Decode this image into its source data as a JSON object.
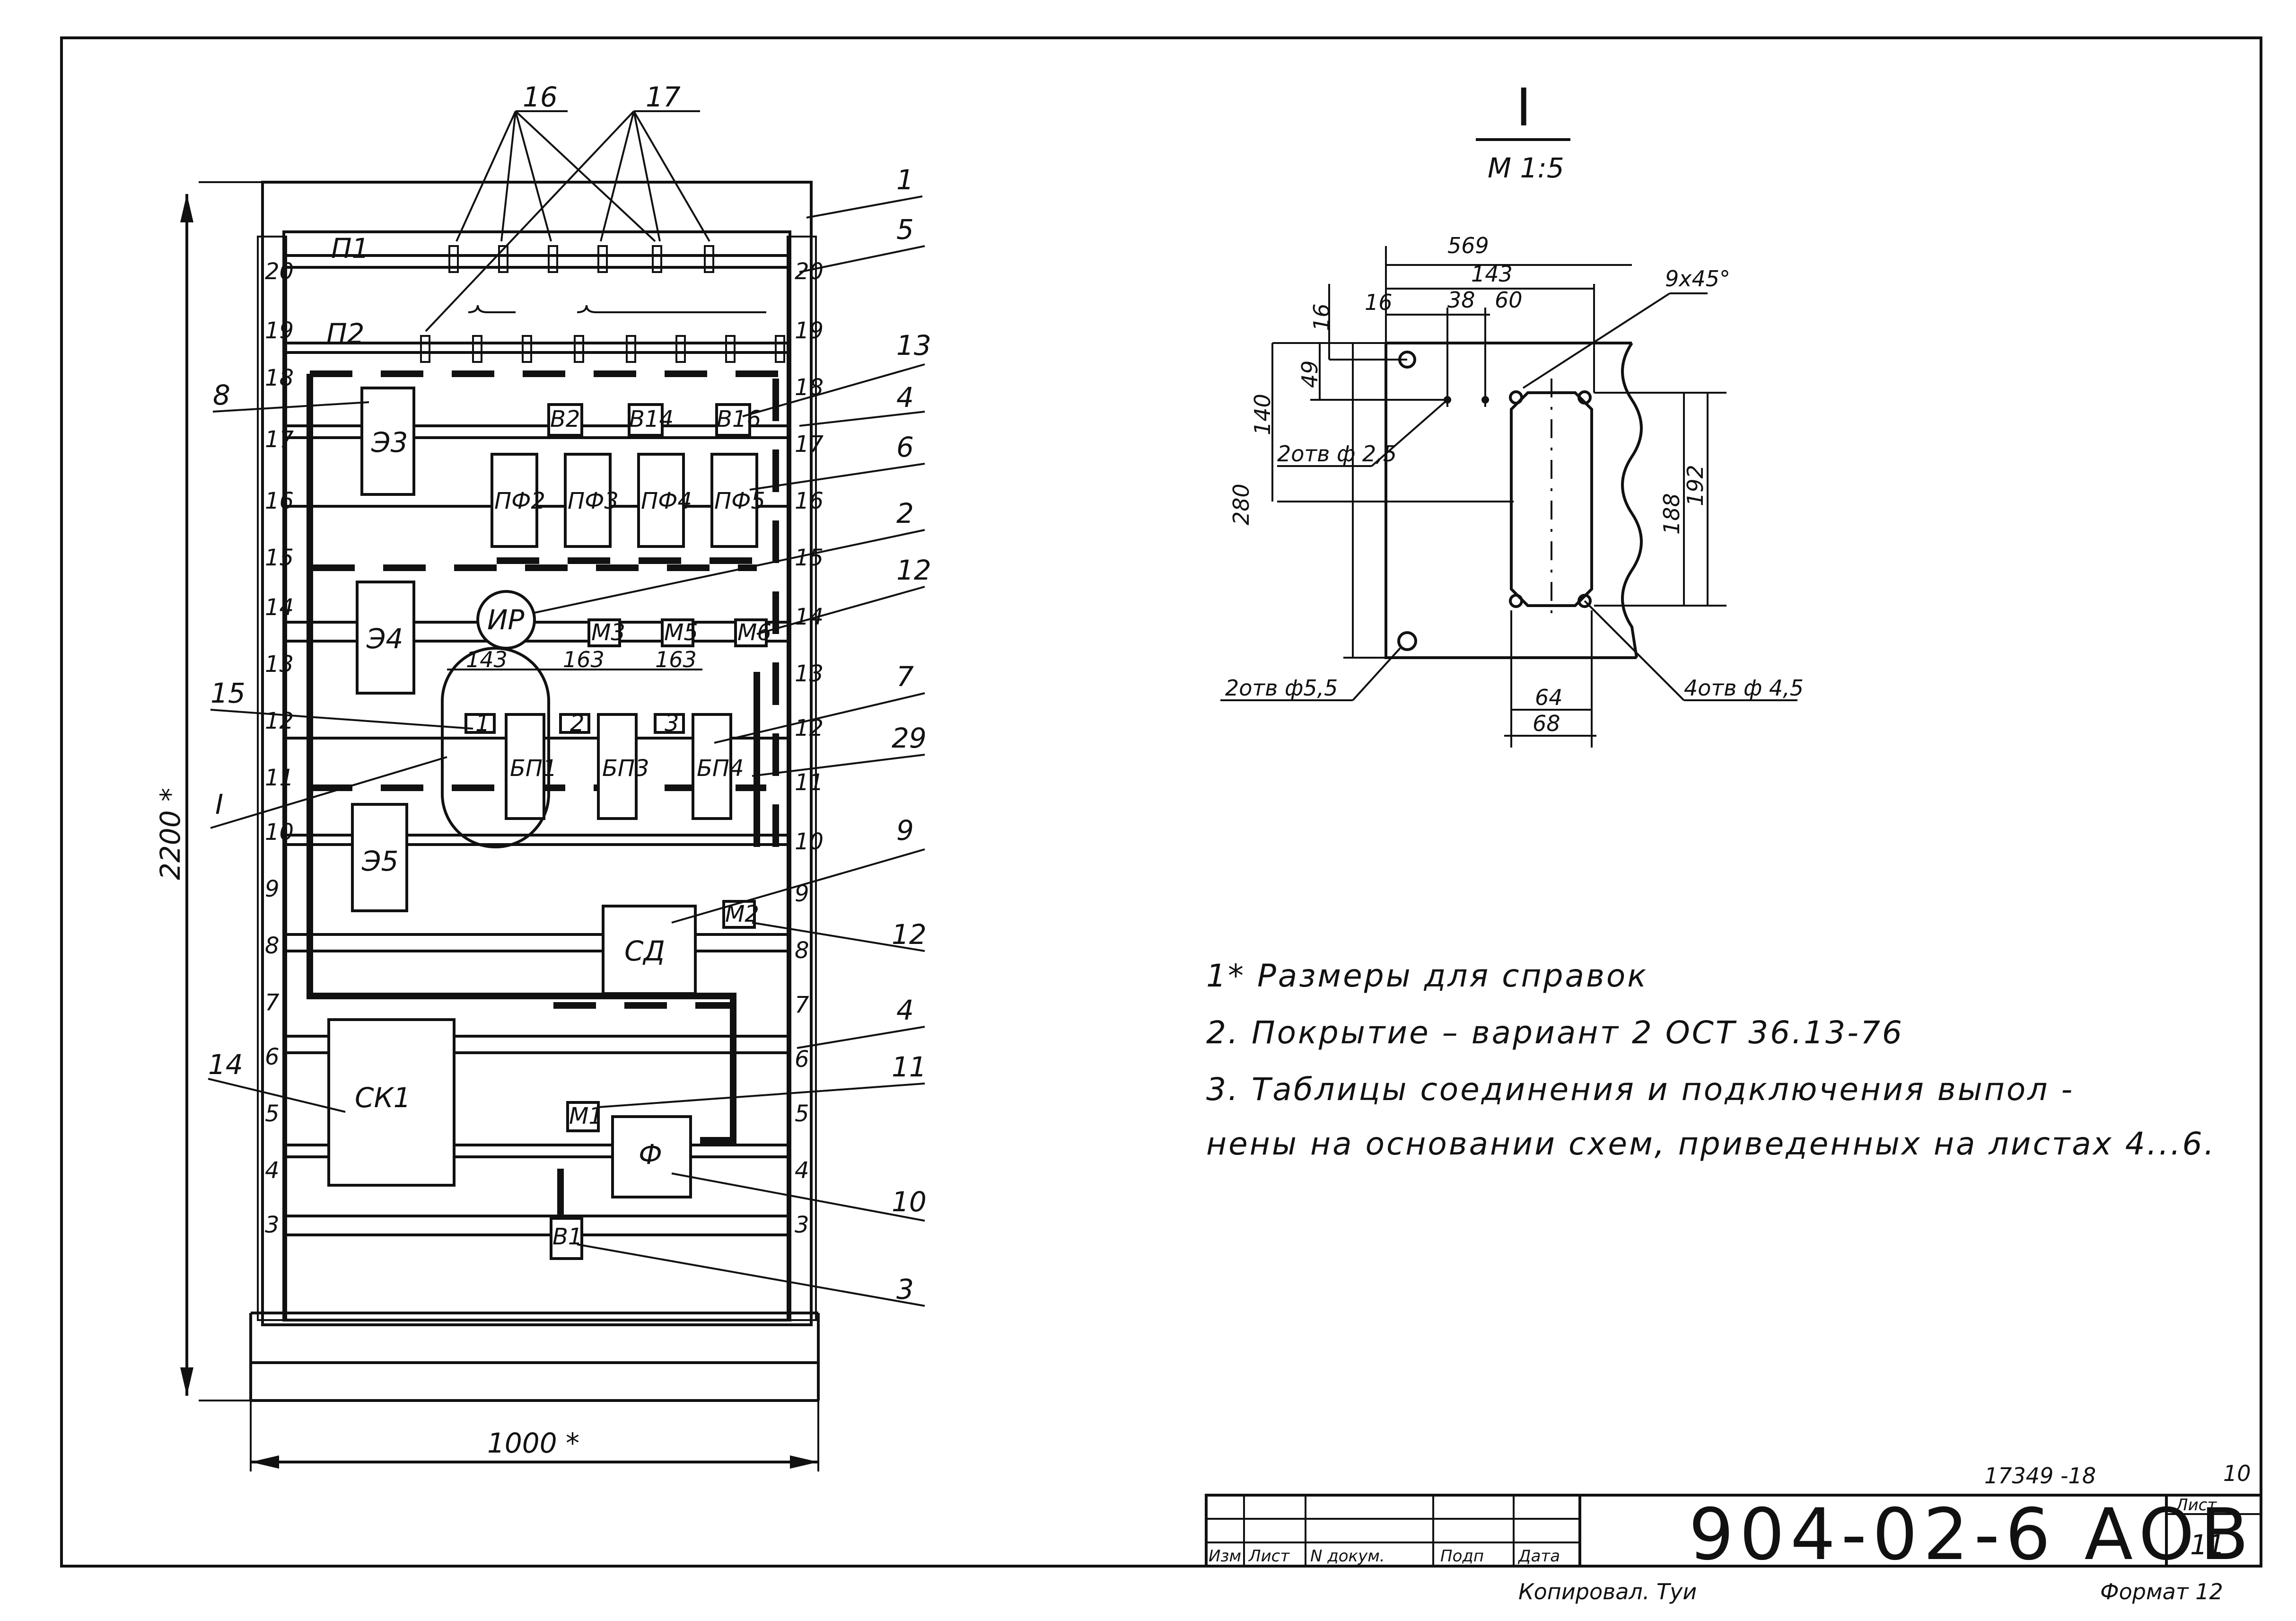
{
  "dimensions": {
    "height": "2200 *",
    "width": "1000 *"
  },
  "scale_numbers": [
    "20",
    "19",
    "18",
    "17",
    "16",
    "15",
    "14",
    "13",
    "12",
    "11",
    "10",
    "9",
    "8",
    "7",
    "6",
    "5",
    "4",
    "3"
  ],
  "rails": {
    "p1": "П1",
    "p2": "П2"
  },
  "devices": {
    "e3": "Э3",
    "e4": "Э4",
    "e5": "Э5",
    "v2": "В2",
    "v14": "В14",
    "v16": "В16",
    "pf2": "ПФ2",
    "pf3": "ПФ3",
    "pf4": "ПФ4",
    "pf5": "ПФ5",
    "ir": "ИР",
    "m3": "М3",
    "m5": "М5",
    "m6": "М6",
    "tag1": "1",
    "tag2": "2",
    "tag3": "3",
    "bp1": "БП1",
    "bp3": "БП3",
    "bp4": "БП4",
    "sd": "СД",
    "m2": "М2",
    "sk1": "СК1",
    "m1": "М1",
    "f": "Ф",
    "v1": "В1"
  },
  "inner_dims": {
    "d143": "143",
    "d163a": "163",
    "d163b": "163"
  },
  "callouts": [
    "16",
    "17",
    "1",
    "5",
    "13",
    "4",
    "6",
    "2",
    "12",
    "7",
    "29",
    "9",
    "12",
    "4",
    "11",
    "10",
    "3",
    "8",
    "15",
    "I",
    "14"
  ],
  "detail": {
    "title": "I",
    "scale": "М 1:5",
    "dims": {
      "d569": "569",
      "d143": "143",
      "d16a": "16",
      "d16b": "16",
      "d38": "38",
      "d60": "60",
      "d49": "49",
      "d140": "140",
      "d280": "280",
      "d188": "188",
      "d192": "192",
      "d64": "64",
      "d68": "68"
    },
    "chamfer": "9х45°",
    "hole_small": "2отв ф 2,5",
    "hole_big": "2отв ф5,5",
    "hole_4": "4отв ф 4,5"
  },
  "notes": [
    "1* Размеры для справок",
    "2. Покрытие – вариант 2   ОСТ 36.13-76",
    "3. Таблицы соединения и подключения выпол -",
    "нены на основании схем, приведенных на листах  4...6."
  ],
  "title_block": {
    "doc_no": "17349 -18",
    "code": "904-02-6  АОВ",
    "sheet_label": "Лист",
    "sheet_no": "11",
    "corner_no": "10",
    "headers": [
      "Изм",
      "Лист",
      "N докум.",
      "Подп",
      "Дата"
    ],
    "copied": "Копировал. Туи",
    "format": "Формат 12"
  }
}
